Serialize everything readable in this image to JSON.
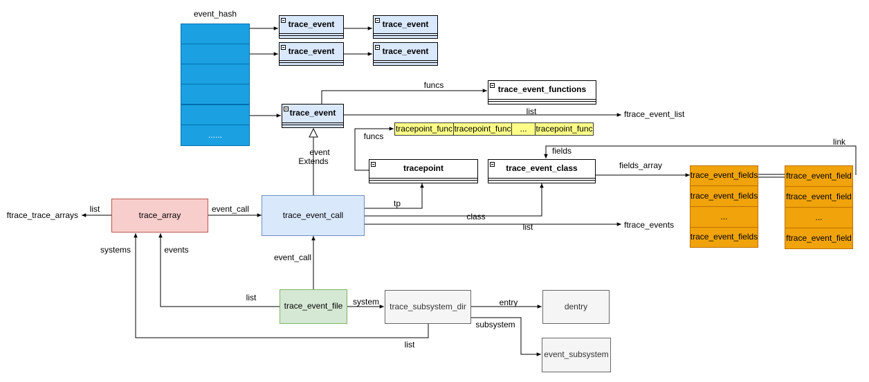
{
  "event_hash": {
    "title": "event_hash",
    "cells": [
      "",
      "",
      "",
      "",
      "",
      "......"
    ]
  },
  "hash_chains": [
    [
      "trace_event",
      "trace_event"
    ],
    [
      "trace_event",
      "trace_event"
    ]
  ],
  "main_trace_event": "trace_event",
  "trace_event_functions": "trace_event_functions",
  "ftrace_event_list": "ftrace_event_list",
  "tracepoint_funcs": [
    "tracepoint_func",
    "tracepoint_func",
    "...",
    "tracepoint_func"
  ],
  "tracepoint": "tracepoint",
  "trace_event_class": "trace_event_class",
  "trace_event_fields": [
    "trace_event_fields",
    "trace_event_fields",
    "...",
    "trace_event_fields"
  ],
  "ftrace_event_field": [
    "ftrace_event_field",
    "ftrace_event_field",
    "...",
    "ftrace_event_field"
  ],
  "trace_array": "trace_array",
  "ftrace_trace_arrays": "ftrace_trace_arrays",
  "trace_event_call": "trace_event_call",
  "ftrace_events": "ftrace_events",
  "trace_event_file": "trace_event_file",
  "trace_subsystem_dir": "trace_subsystem_dir",
  "dentry": "dentry",
  "event_subsystem": "event_subsystem",
  "edge_labels": {
    "funcs_top": "funcs",
    "list_top": "list",
    "funcs_tp": "funcs",
    "fields": "fields",
    "link": "link",
    "fields_array": "fields_array",
    "event": "event",
    "extends": "Extends",
    "list_arrays": "list",
    "event_call_top": "event_call",
    "tp": "tp",
    "class": "class",
    "list_events": "list",
    "systems": "systems",
    "events": "events",
    "event_call_bottom": "event_call",
    "list_file": "list",
    "system": "system",
    "entry": "entry",
    "subsystem": "subsystem",
    "list_bottom": "list"
  }
}
